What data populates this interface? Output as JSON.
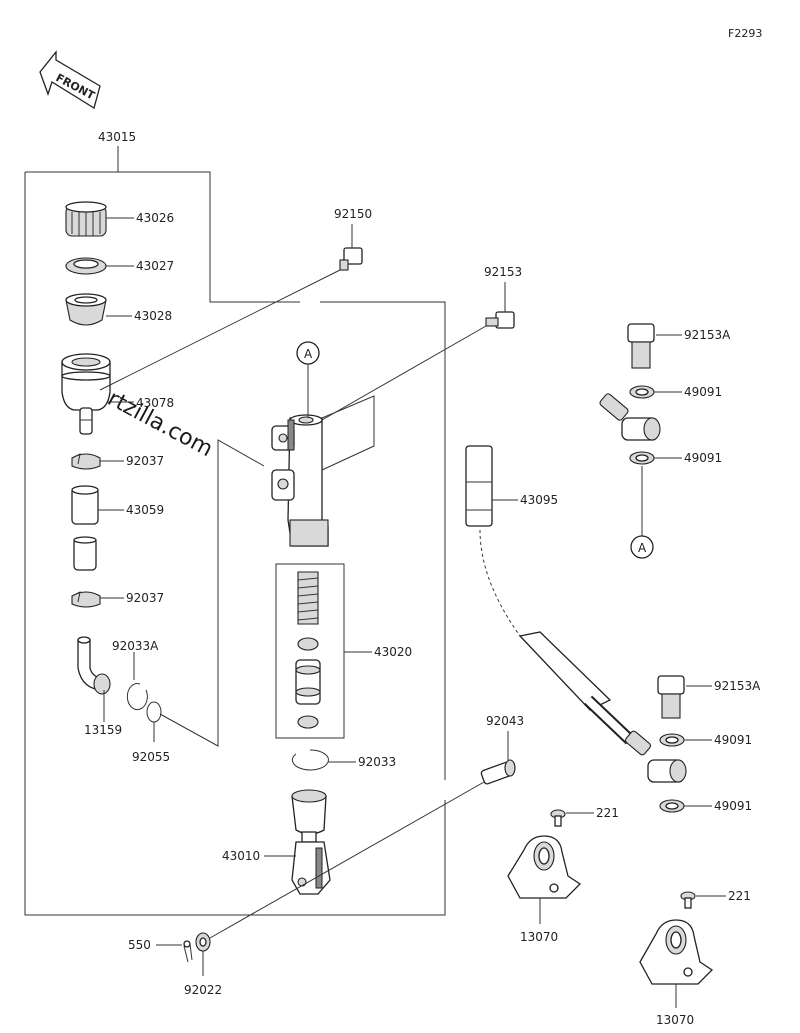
{
  "diagram": {
    "code": "F2293",
    "front_label": "FRONT",
    "watermark": "partzilla.com",
    "marker": "A",
    "parts": {
      "p43015": "43015",
      "p43026": "43026",
      "p43027": "43027",
      "p43028": "43028",
      "p43078": "43078",
      "p92037a": "92037",
      "p43059": "43059",
      "p92037b": "92037",
      "p92033A": "92033A",
      "p13159": "13159",
      "p92055": "92055",
      "p92150": "92150",
      "p92153": "92153",
      "p43020": "43020",
      "p92033": "92033",
      "p43010": "43010",
      "p92043": "92043",
      "p550": "550",
      "p92022": "92022",
      "p92153A_1": "92153A",
      "p49091_1": "49091",
      "p49091_2": "49091",
      "p43095": "43095",
      "p92153A_2": "92153A",
      "p49091_3": "49091",
      "p49091_4": "49091",
      "p221_1": "221",
      "p13070_1": "13070",
      "p221_2": "221",
      "p13070_2": "13070"
    }
  }
}
